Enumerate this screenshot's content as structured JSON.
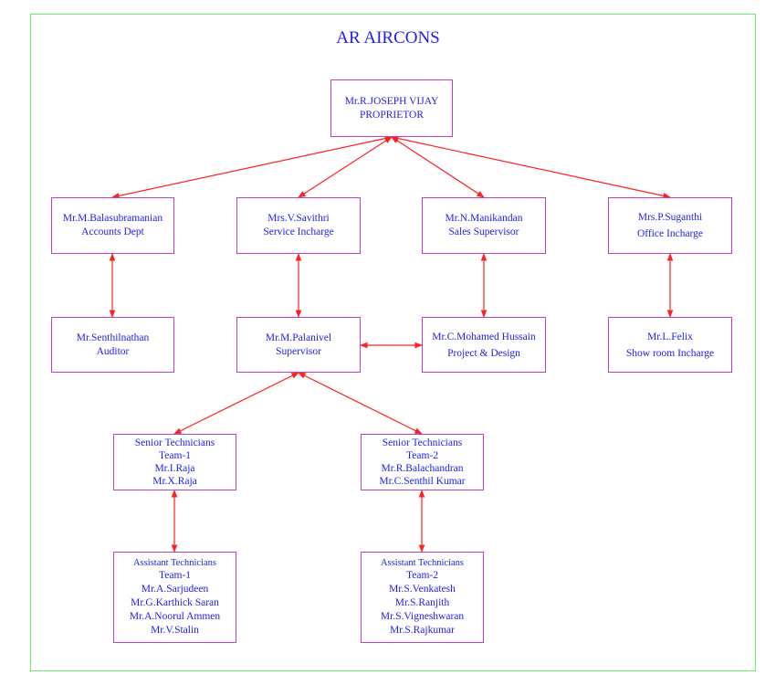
{
  "title": "AR AIRCONS",
  "colors": {
    "box_border": "#c040c0",
    "text": "#2020ee",
    "arrow": "#ff2020",
    "frame": "#66ee66"
  },
  "nodes": {
    "proprietor": [
      "Mr.R.JOSEPH VIJAY",
      "PROPRIETOR"
    ],
    "accounts": [
      "Mr.M.Balasubramanian",
      "Accounts Dept"
    ],
    "service": [
      "Mrs.V.Savithri",
      "Service Incharge"
    ],
    "sales": [
      "Mr.N.Manikandan",
      "Sales Supervisor"
    ],
    "office": [
      "Mrs.P.Suganthi",
      "Office Incharge"
    ],
    "auditor": [
      "Mr.Senthilnathan",
      "Auditor"
    ],
    "supervisor": [
      "Mr.M.Palanivel",
      "Supervisor"
    ],
    "project": [
      "Mr.C.Mohamed Hussain",
      "Project & Design"
    ],
    "showroom": [
      "Mr.L.Felix",
      "Show room Incharge"
    ],
    "senior1": [
      "Senior Technicians",
      "Team-1",
      "Mr.I.Raja",
      "Mr.X.Raja"
    ],
    "senior2": [
      "Senior Technicians",
      "Team-2",
      "Mr.R.Balachandran",
      "Mr.C.Senthil Kumar"
    ],
    "assistant1": [
      "Assistant Technicians",
      "Team-1",
      "Mr.A.Sarjudeen",
      "Mr.G.Karthick Saran",
      "Mr.A.Noorul Ammen",
      "Mr.V.Stalin"
    ],
    "assistant2": [
      "Assistant Technicians",
      "Team-2",
      "Mr.S.Venkatesh",
      "Mr.S.Ranjith",
      "Mr.S.Vigneshwaran",
      "Mr.S.Rajkumar"
    ]
  }
}
